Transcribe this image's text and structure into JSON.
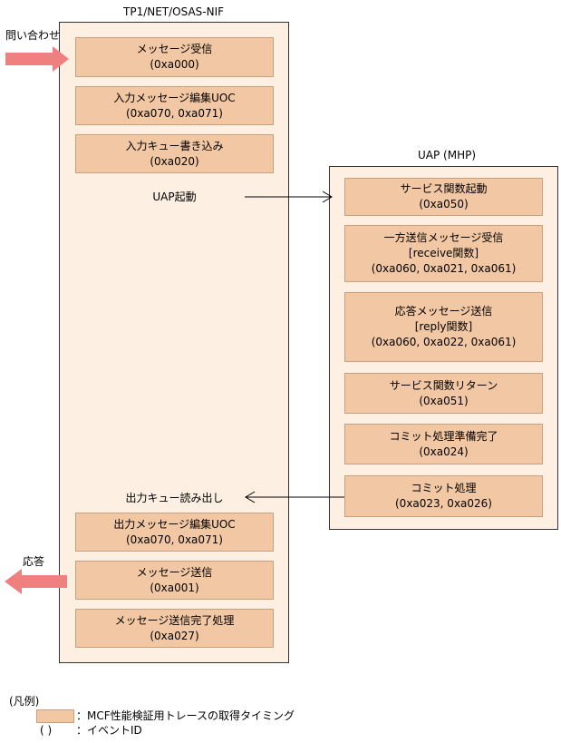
{
  "nif": {
    "title": "TP1/NET/OSAS-NIF",
    "steps": [
      {
        "label": "メッセージ受信",
        "ids": "(0xa000)"
      },
      {
        "label": "入力メッセージ編集UOC",
        "ids": "(0xa070, 0xa071)"
      },
      {
        "label": "入力キュー書き込み",
        "ids": "(0xa020)"
      },
      {
        "label": "UAP起動"
      },
      {
        "label": "出力キュー読み出し"
      },
      {
        "label": "出力メッセージ編集UOC",
        "ids": "(0xa070, 0xa071)"
      },
      {
        "label": "メッセージ送信",
        "ids": "(0xa001)"
      },
      {
        "label": "メッセージ送信完了処理",
        "ids": "(0xa027)"
      }
    ]
  },
  "uap": {
    "title": "UAP (MHP)",
    "steps": [
      {
        "label": "サービス関数起動",
        "ids": "(0xa050)"
      },
      {
        "label": "一方送信メッセージ受信",
        "func": "[receive関数]",
        "ids": "(0xa060, 0xa021, 0xa061)"
      },
      {
        "label": "応答メッセージ送信",
        "func": "[reply関数]",
        "ids": "(0xa060, 0xa022, 0xa061)"
      },
      {
        "label": "サービス関数リターン",
        "ids": "(0xa051)"
      },
      {
        "label": "コミット処理準備完了",
        "ids": "(0xa024)"
      },
      {
        "label": "コミット処理",
        "ids": "(0xa023, 0xa026)"
      }
    ]
  },
  "inquiry_label": "問い合わせ",
  "response_label": "応答",
  "legend": {
    "title": "(凡例)",
    "swatch_text": "：MCF性能検証用トレースの取得タイミング",
    "paren_symbol": "(   )",
    "paren_text": "：イベントID"
  },
  "colors": {
    "box_fill": "#f2c7a3",
    "panel_fill": "#fdf0e3",
    "big_arrow": "#f08080"
  }
}
